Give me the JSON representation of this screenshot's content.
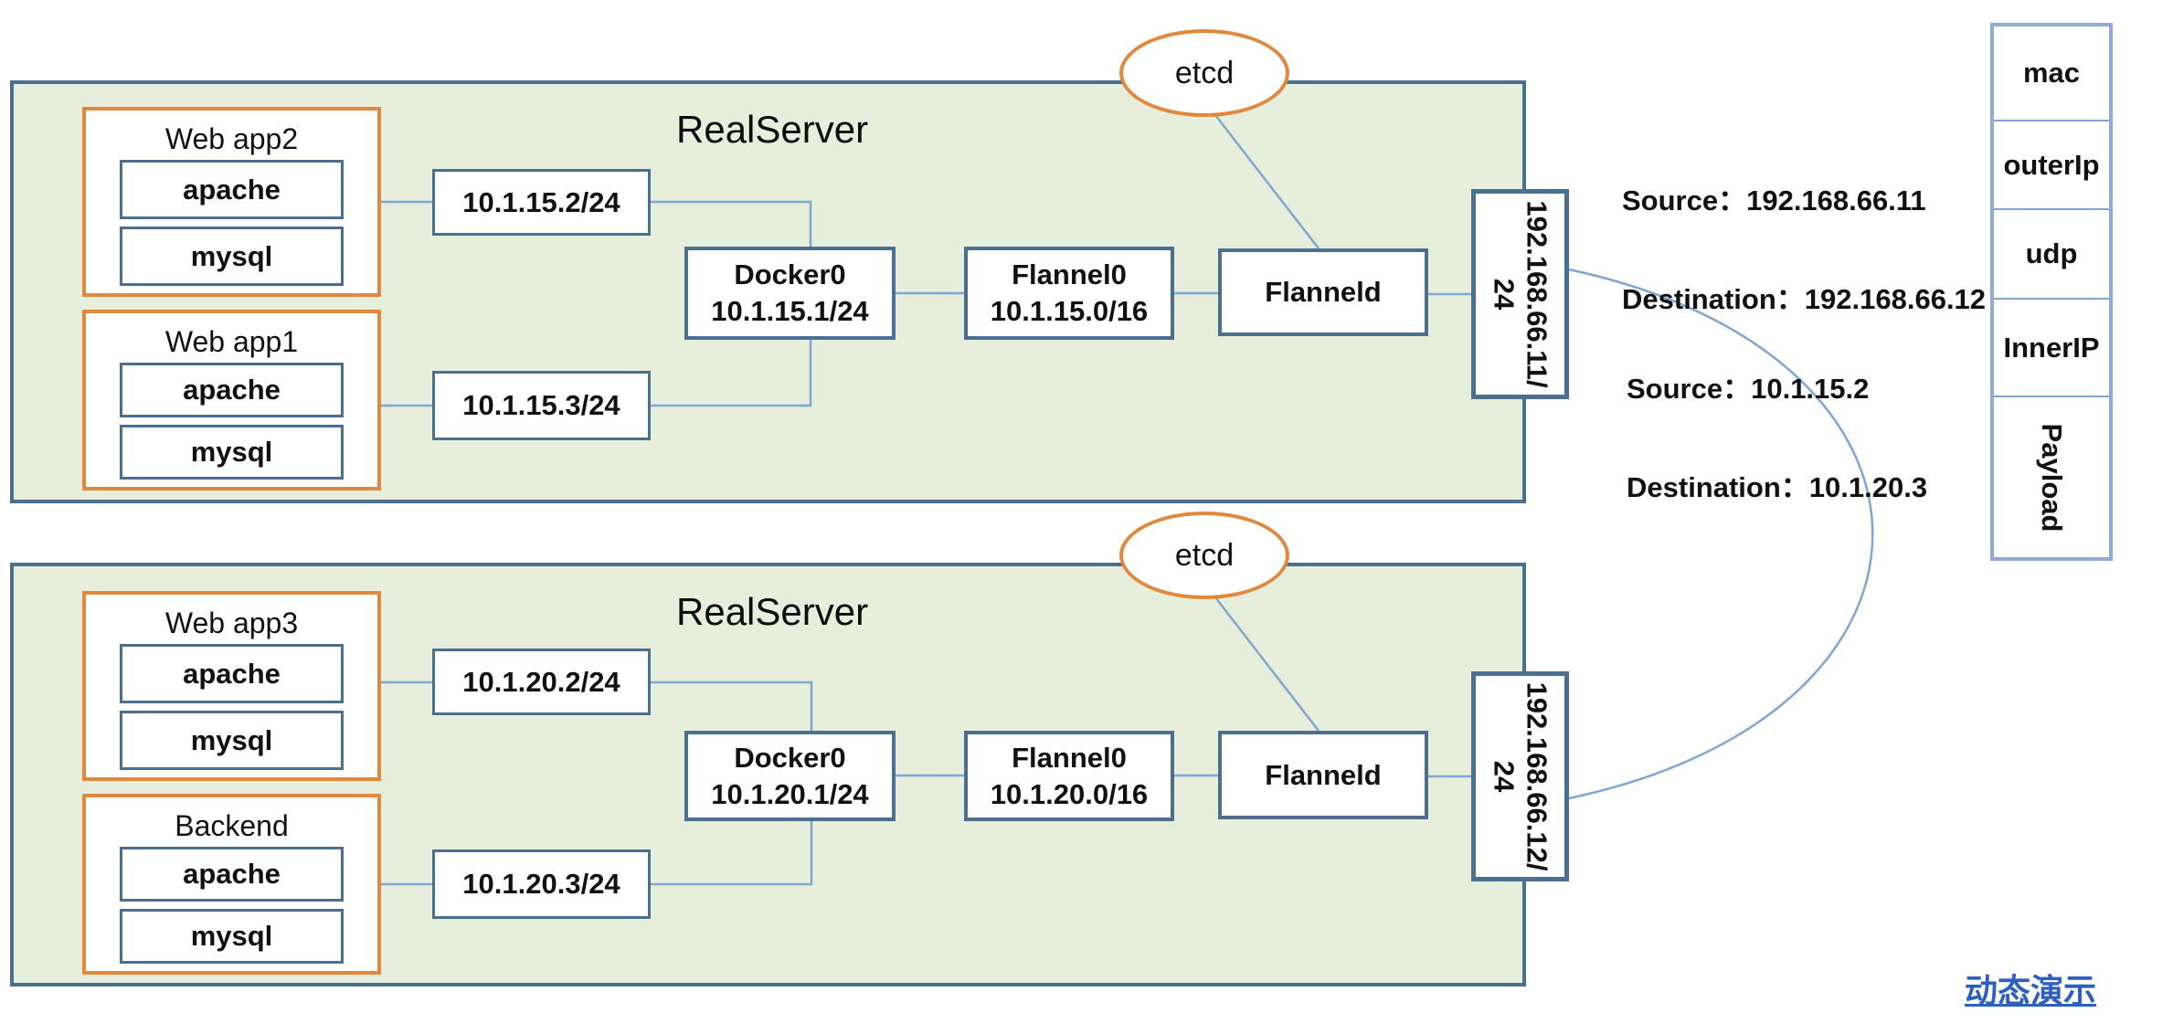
{
  "servers": [
    {
      "name": "RealServer",
      "etcd": "etcd",
      "apps": [
        {
          "title": "Web app2",
          "containers": [
            "apache",
            "mysql"
          ]
        },
        {
          "title": "Web app1",
          "containers": [
            "apache",
            "mysql"
          ]
        }
      ],
      "veth_ips": [
        "10.1.15.2/24",
        "10.1.15.3/24"
      ],
      "docker0": {
        "name": "Docker0",
        "ip": "10.1.15.1/24"
      },
      "flannel0": {
        "name": "Flannel0",
        "ip": "10.1.15.0/16"
      },
      "flanneld": "Flanneld",
      "host_ip_line1": "192.168.66.11/",
      "host_ip_line2": "24"
    },
    {
      "name": "RealServer",
      "etcd": "etcd",
      "apps": [
        {
          "title": "Web app3",
          "containers": [
            "apache",
            "mysql"
          ]
        },
        {
          "title": "Backend",
          "containers": [
            "apache",
            "mysql"
          ]
        }
      ],
      "veth_ips": [
        "10.1.20.2/24",
        "10.1.20.3/24"
      ],
      "docker0": {
        "name": "Docker0",
        "ip": "10.1.20.1/24"
      },
      "flannel0": {
        "name": "Flannel0",
        "ip": "10.1.20.0/16"
      },
      "flanneld": "Flanneld",
      "host_ip_line1": "192.168.66.12/",
      "host_ip_line2": "24"
    }
  ],
  "annotations": {
    "outer_packet": {
      "source": "Source：192.168.66.11",
      "destination": "Destination：192.168.66.12"
    },
    "inner_packet": {
      "source": "Source：10.1.15.2",
      "destination": "Destination：10.1.20.3"
    }
  },
  "packet_structure": {
    "cells": [
      "mac",
      "outerIp",
      "udp",
      "InnerIP",
      "Payload"
    ]
  },
  "demo_link": "动态演示",
  "colors": {
    "server_fill": "#e7eedb",
    "box_border": "#4a6f8f",
    "app_border": "#e0893c",
    "connector": "#7fa7d1",
    "link": "#2e5fbf"
  }
}
